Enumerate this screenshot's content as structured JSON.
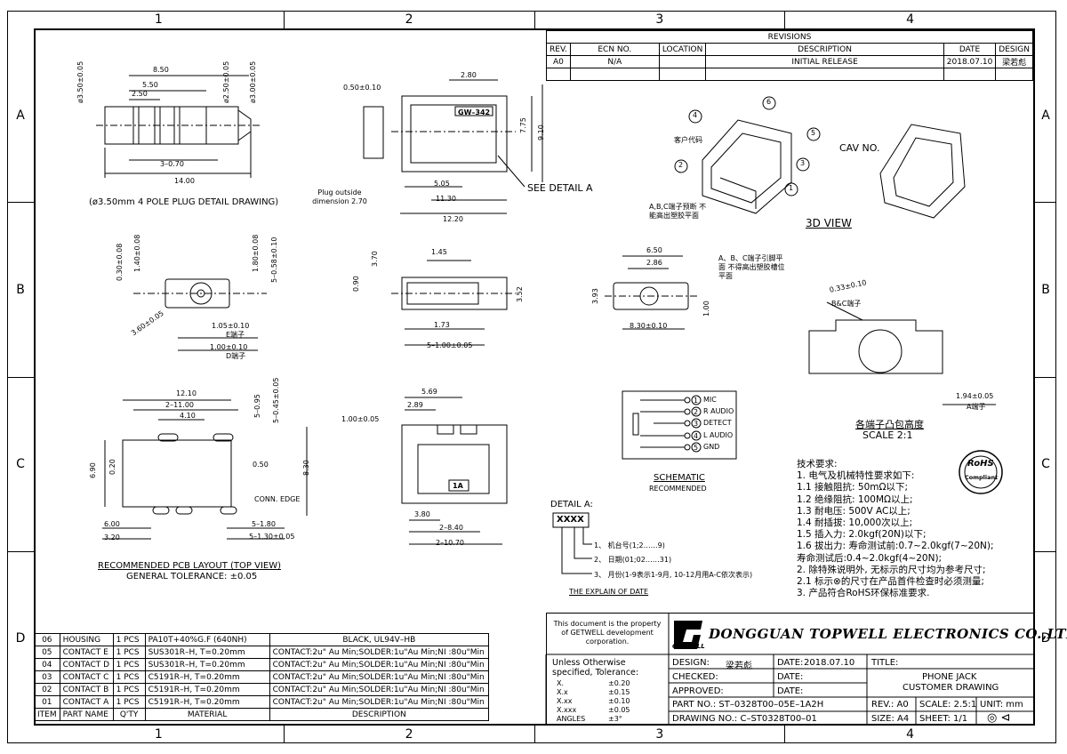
{
  "zones": {
    "columns": [
      "1",
      "2",
      "3",
      "4"
    ],
    "rows": [
      "A",
      "B",
      "C",
      "D"
    ]
  },
  "revisions": {
    "title": "REVISIONS",
    "headers": [
      "REV.",
      "ECN NO.",
      "LOCATION",
      "DESCRIPTION",
      "DATE",
      "DESIGN"
    ],
    "rows": [
      {
        "rev": "A0",
        "ecn": "N/A",
        "location": "",
        "description": "INITIAL RELEASE",
        "date": "2018.07.10",
        "design": "梁若彪"
      }
    ]
  },
  "plug_view": {
    "dims": [
      "8.50",
      "5.50",
      "2.50",
      "ø3.50±0.05",
      "ø2.50±0.05",
      "ø3.00±0.05",
      "3–0.70",
      "14.00"
    ],
    "caption": "(ø3.50mm 4 POLE PLUG DETAIL DRAWING)"
  },
  "side_view": {
    "dims": [
      "2.80",
      "0.50±0.10",
      "7.75",
      "9.10",
      "5.05",
      "11.30",
      "12.20"
    ],
    "chip_label": "GW–342",
    "plug_note": "Plug outside dimension 2.70",
    "see_detail": "SEE DETAIL A"
  },
  "front_view": {
    "dims": [
      "0.30±0.08",
      "1.40±0.08",
      "1.80±0.08",
      "5–0.58±0.10",
      "3.60±0.05",
      "1.05±0.10",
      "1.00±0.10"
    ],
    "e_label": "E端子",
    "d_label": "D端子"
  },
  "mid_view": {
    "dims": [
      "3.70",
      "1.45",
      "0.90",
      "3.52",
      "1.73",
      "5–1.00±0.05"
    ]
  },
  "bottom_view": {
    "dims": [
      "6.50",
      "2.86",
      "3.93",
      "1.00",
      "8.30±0.10"
    ],
    "note": "A、B、C端子引脚平面 不得高出塑胶槽位平面"
  },
  "iso_view": {
    "balloons": [
      "1",
      "2",
      "3",
      "4",
      "5",
      "6"
    ],
    "code_label": "客户代码",
    "note": "A,B,C端子预断 不能高出塑胶平面",
    "cav_label": "CAV NO.",
    "title": "3D VIEW"
  },
  "detail_bump": {
    "dims": [
      "0.33±0.10",
      "1.94±0.05"
    ],
    "bc_label": "B&C端子",
    "a_label": "A端子",
    "title": "各端子凸包高度",
    "scale": "SCALE 2:1"
  },
  "pcb_layout": {
    "dims": [
      "12.10",
      "2–11.00",
      "4.10",
      "5–0.95",
      "5–0.45±0.05",
      "6.90",
      "0.20",
      "0.50",
      "8.30",
      "6.00",
      "3.20",
      "5–1.80",
      "5–1.30±0.05"
    ],
    "conn_edge": "CONN. EDGE",
    "title": "RECOMMENDED PCB LAYOUT (TOP VIEW)",
    "tolerance": "GENERAL TOLERANCE: ±0.05"
  },
  "top_view": {
    "dims": [
      "5.69",
      "2.89",
      "1.00±0.05",
      "3.80",
      "2–8.40",
      "2–10.70"
    ],
    "chip_label": "1A"
  },
  "schematic": {
    "pins": [
      {
        "num": "1",
        "name": "MIC"
      },
      {
        "num": "2",
        "name": "R AUDIO"
      },
      {
        "num": "3",
        "name": "DETECT"
      },
      {
        "num": "4",
        "name": "L AUDIO"
      },
      {
        "num": "5",
        "name": "GND"
      }
    ],
    "title": "SCHEMATIC",
    "subtitle": "RECOMMENDED"
  },
  "detail_a": {
    "title": "DETAIL A:",
    "code": "XXXX",
    "lines": [
      "1、 机台号(1;2……9)",
      "2、 日期(01;02……31)",
      "3、 月份(1-9表示1-9月, 10-12月用A-C依次表示)"
    ],
    "caption": "THE EXPLAIN OF DATE"
  },
  "rohs": {
    "top": "RoHS",
    "bottom": "Compliant"
  },
  "notes": [
    "技术要求:",
    "1.  电气及机械特性要求如下:",
    "     1.1  接触阻抗: 50mΩ以下;",
    "     1.2  绝缘阻抗: 100MΩ以上;",
    "     1.3  耐电压: 500V AC以上;",
    "     1.4  耐插拔: 10,000次以上;",
    "     1.5  插入力: 2.0kgf(20N)以下;",
    "     1.6  拔出力:  寿命测试前:0.7~2.0kgf(7~20N);",
    "                       寿命测试后:0.4~2.0kgf(4~20N);",
    "2.  除特殊说明外, 无标示的尺寸均为参考尺寸;",
    "     2.1  标示⊗的尺寸在产品首件检查时必须测量;",
    "3.  产品符合RoHS环保标准要求."
  ],
  "bom": {
    "rows": [
      {
        "item": "06",
        "part": "HOUSING",
        "qty": "1 PCS",
        "material": "PA10T+40%G.F (640NH)",
        "desc": "BLACK, UL94V–HB"
      },
      {
        "item": "05",
        "part": "CONTACT E",
        "qty": "1 PCS",
        "material": "SUS301R–H, T=0.20mm",
        "desc": "CONTACT:2u\" Au  Min;SOLDER:1u\"Au  Min;NI  :80u\"Min"
      },
      {
        "item": "04",
        "part": "CONTACT D",
        "qty": "1 PCS",
        "material": "SUS301R–H, T=0.20mm",
        "desc": "CONTACT:2u\" Au  Min;SOLDER:1u\"Au  Min;NI  :80u\"Min"
      },
      {
        "item": "03",
        "part": "CONTACT C",
        "qty": "1 PCS",
        "material": "C5191R–H, T=0.20mm",
        "desc": "CONTACT:2u\" Au  Min;SOLDER:1u\"Au  Min;NI  :80u\"Min"
      },
      {
        "item": "02",
        "part": "CONTACT B",
        "qty": "1 PCS",
        "material": "C5191R–H, T=0.20mm",
        "desc": "CONTACT:2u\" Au  Min;SOLDER:1u\"Au  Min;NI  :80u\"Min"
      },
      {
        "item": "01",
        "part": "CONTACT A",
        "qty": "1 PCS",
        "material": "C5191R–H, T=0.20mm",
        "desc": "CONTACT:2u\" Au  Min;SOLDER:1u\"Au  Min;NI  :80u\"Min"
      }
    ],
    "headers": [
      "ITEM",
      "PART NAME",
      "Q'TY",
      "MATERIAL",
      "DESCRIPTION"
    ]
  },
  "title_block": {
    "property_note": "This document is the property of GETWELL development corporation.",
    "company": "DONGGUAN TOPWELL ELECTRONICS CO.,LTD.",
    "logo_text": "GETWELL",
    "tolerance_title": "Unless Otherwise specified, Tolerance:",
    "tolerances": [
      {
        "k": "X.",
        "v": "±0.20"
      },
      {
        "k": "X.x",
        "v": "±0.15"
      },
      {
        "k": "X.xx",
        "v": "±0.10"
      },
      {
        "k": "X.xxx",
        "v": "±0.05"
      },
      {
        "k": "ANGLES",
        "v": "±3°"
      }
    ],
    "design_label": "DESIGN:",
    "design_value": "梁若彪",
    "date_label": "DATE:",
    "date_value": "2018.07.10",
    "checked_label": "CHECKED:",
    "approved_label": "APPROVED:",
    "title_label": "TITLE:",
    "title_line1": "PHONE JACK",
    "title_line2": "CUSTOMER DRAWING",
    "part_no": "PART NO.: ST–0328T00–05E–1A2H",
    "drawing_no": "DRAWING NO.: C–ST0328T00–01",
    "rev": "REV.: A0",
    "scale": "SCALE: 2.5:1",
    "unit": "UNIT: mm",
    "size": "SIZE: A4",
    "sheet": "SHEET: 1/1"
  }
}
